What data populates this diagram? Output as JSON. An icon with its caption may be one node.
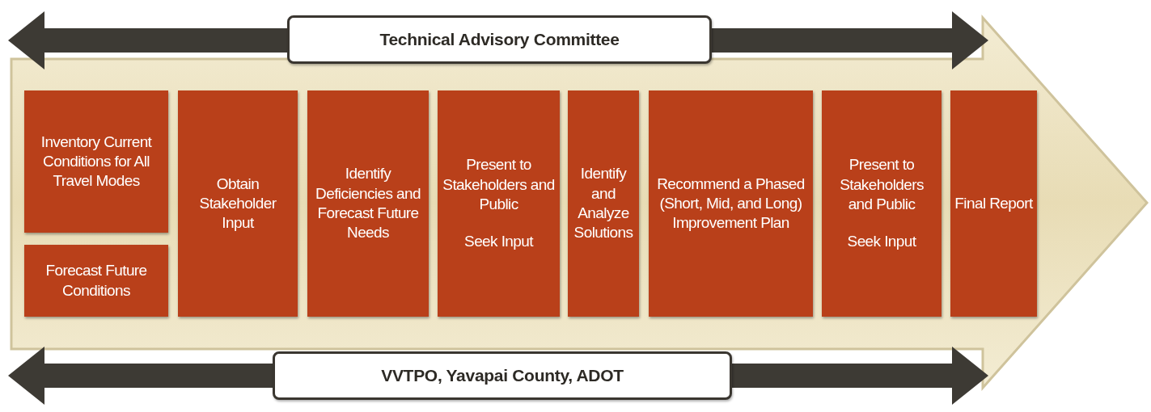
{
  "diagram": {
    "nodes": [
      {
        "text": [
          "Technical Advisory Committee"
        ]
      },
      {
        "text": [],
        "shape": "arrow"
      },
      {
        "text": [
          "Inventory Current Conditions for All Travel Modes"
        ],
        "in": 1
      },
      {
        "text": [
          "Forecast Future Conditions"
        ],
        "in": 1
      },
      {
        "text": [
          "Obtain Stakeholder Input"
        ],
        "in": 1
      },
      {
        "text": [
          "Identify Deficiencies and Forecast Future Needs"
        ],
        "in": 1
      },
      {
        "text": [
          "Present to Stakeholders and Public",
          "Seek Input"
        ],
        "in": 1
      },
      {
        "text": [
          "Identify and Analyze Solutions"
        ],
        "in": 1
      },
      {
        "text": [
          "Recommend a Phased (Short, Mid, and Long) Improvement Plan"
        ],
        "in": 1
      },
      {
        "text": [
          "Present to Stakeholders and Public",
          "Seek Input"
        ],
        "in": 1
      },
      {
        "text": [
          "Final Report"
        ],
        "in": 1
      },
      {
        "text": [
          "VVTPO, Yavapai County, ADOT"
        ]
      }
    ]
  }
}
